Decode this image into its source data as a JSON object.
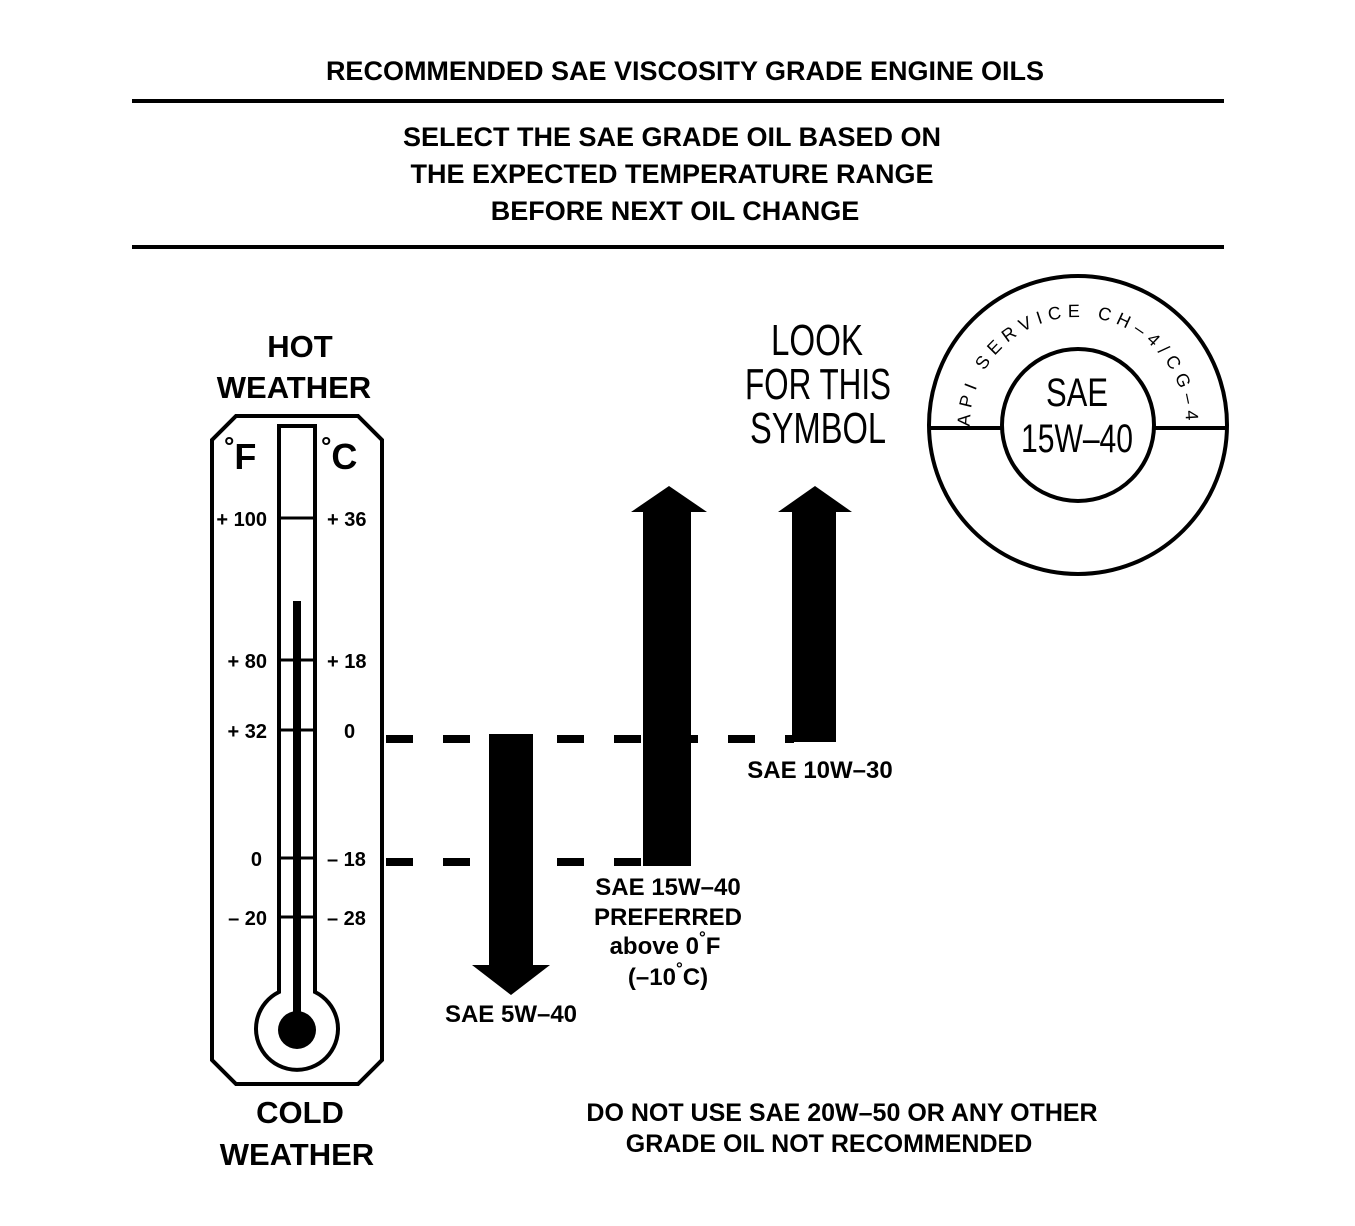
{
  "header": {
    "title": "RECOMMENDED SAE VISCOSITY GRADE ENGINE OILS",
    "instructions": [
      "SELECT THE SAE GRADE OIL BASED ON",
      "THE EXPECTED TEMPERATURE RANGE",
      "BEFORE NEXT OIL CHANGE"
    ]
  },
  "thermometer": {
    "hot_label": [
      "HOT",
      "WEATHER"
    ],
    "cold_label": [
      "COLD",
      "WEATHER"
    ],
    "unit_f": "F",
    "unit_c": "C",
    "deg": "°",
    "scale": [
      {
        "f": "+ 100",
        "c": "+ 36"
      },
      {
        "f": "+ 80",
        "c": "+ 18"
      },
      {
        "f": "+ 32",
        "c": "0"
      },
      {
        "f": "0",
        "c": "– 18"
      },
      {
        "f": "– 20",
        "c": "– 28"
      }
    ]
  },
  "grades": {
    "sae_5w40": "SAE 5W–40",
    "sae_15w40": [
      "SAE 15W–40",
      "PREFERRED",
      "above 0",
      "F",
      "(–10",
      "C)"
    ],
    "sae_10w30": "SAE 10W–30"
  },
  "symbol_note": [
    "LOOK",
    "FOR THIS",
    "SYMBOL"
  ],
  "api_symbol": {
    "ring_text": "API SERVICE CH–4/CG–4",
    "center": [
      "SAE",
      "15W–40"
    ]
  },
  "warning": [
    "DO NOT USE SAE 20W–50 OR ANY OTHER",
    "GRADE OIL NOT RECOMMENDED"
  ],
  "colors": {
    "ink": "#000000",
    "paper": "#ffffff"
  }
}
